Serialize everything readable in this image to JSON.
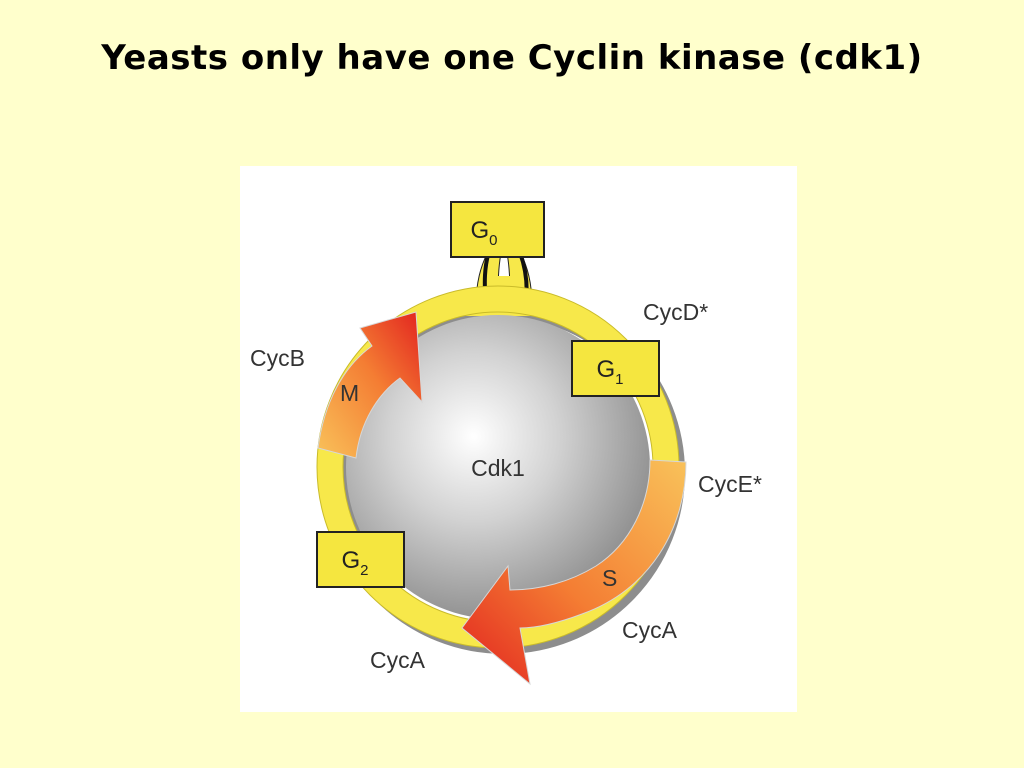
{
  "slide": {
    "title": "Yeasts only have one Cyclin kinase (cdk1)"
  },
  "diagram": {
    "center_label": "Cdk1",
    "phases": {
      "g0": {
        "main": "G",
        "sub": "0"
      },
      "g1": {
        "main": "G",
        "sub": "1"
      },
      "g2": {
        "main": "G",
        "sub": "2"
      },
      "m": "M",
      "s": "S"
    },
    "cyclins": {
      "cycd": "CycD*",
      "cycb": "CycB",
      "cyce": "CycE*",
      "cyca_s": "CycA",
      "cyca_g2": "CycA"
    },
    "colors": {
      "ring": "#f7e84a",
      "box": "#f5e63f",
      "arrow_light": "#f8b34a",
      "arrow_dark": "#e8332a",
      "sphere": "#a9a9a9",
      "background": "#ffffcc"
    }
  }
}
